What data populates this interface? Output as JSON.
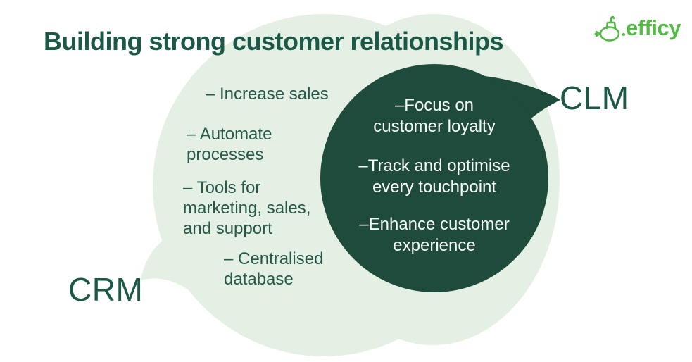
{
  "header": {
    "title": "Building strong customer relationships"
  },
  "logo": {
    "brand": "efficy",
    "icon": "submarine-icon"
  },
  "crm": {
    "label": "CRM",
    "items": [
      {
        "lines": [
          "– Increase sales"
        ]
      },
      {
        "lines": [
          "– Automate",
          "processes"
        ]
      },
      {
        "lines": [
          "– Tools for",
          "marketing, sales,",
          "and support"
        ]
      },
      {
        "lines": [
          "– Centralised",
          "database"
        ]
      }
    ]
  },
  "clm": {
    "label": "CLM",
    "items": [
      {
        "lines": [
          "–Focus on",
          "customer loyalty"
        ]
      },
      {
        "lines": [
          "–Track and optimise",
          "every touchpoint"
        ]
      },
      {
        "lines": [
          "–Enhance customer",
          "experience"
        ]
      }
    ]
  },
  "colors": {
    "dark_green": "#1E4B3B",
    "light_green": "#E5F0E4",
    "heading_green": "#1B5848",
    "body_text_green": "#27584A",
    "clm_text": "#F6FAF6",
    "brand_green": "#55B946"
  }
}
